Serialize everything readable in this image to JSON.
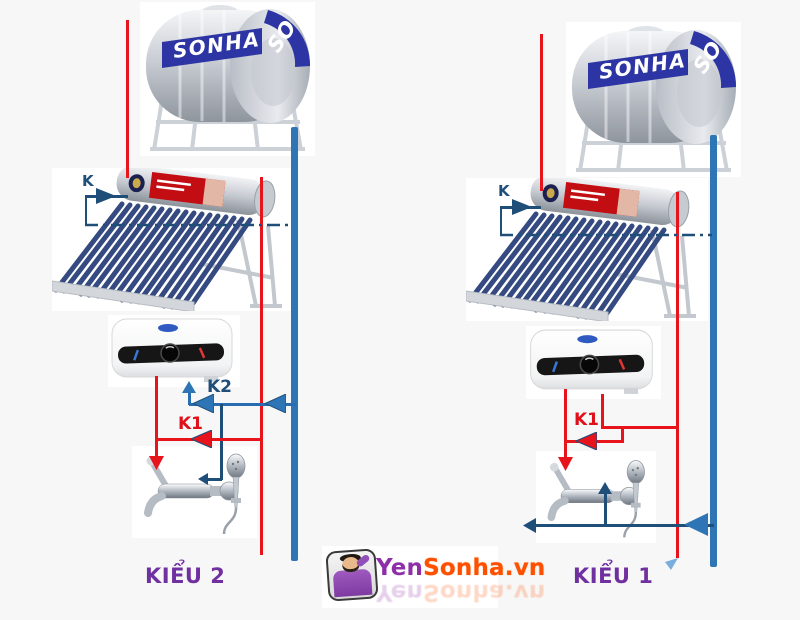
{
  "page": {
    "background": "#f7f7f7"
  },
  "colors": {
    "hot_pipe_red": "#e8141c",
    "cold_pipe_blue": "#2e75b6",
    "line_navy": "#1f4e79",
    "label_purple": "#7030a0",
    "logo_purple": "#8e2fa8",
    "logo_orange": "#fe5000",
    "tank_band_blue": "#2c35a3"
  },
  "left_system": {
    "label": "KIỂU 2",
    "tank_brand": "SONHA",
    "tank_end_text": "SO",
    "valves": {
      "collector_inlet": "K",
      "cold_bypass": "K2",
      "hot_bypass": "K1"
    }
  },
  "right_system": {
    "label": "KIỂU 1",
    "tank_brand": "SONHA",
    "tank_end_text": "SO",
    "valves": {
      "collector_inlet": "K",
      "hot_bypass": "K1"
    }
  },
  "logo": {
    "prefix": "Yen",
    "suffix": "Sonha.vn"
  }
}
